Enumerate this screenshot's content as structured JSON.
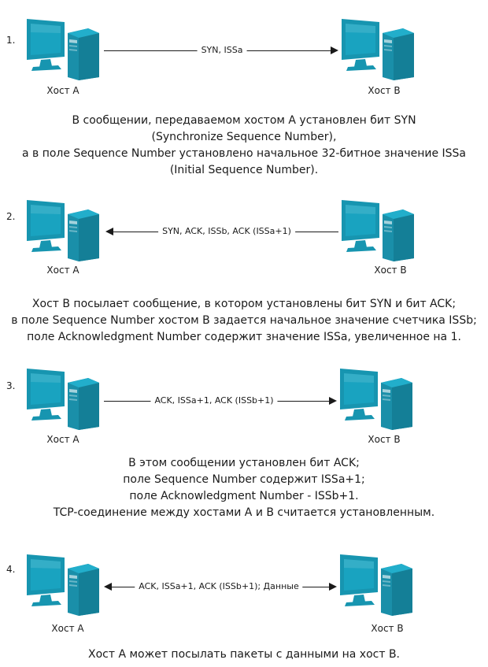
{
  "host_a_label": "Хост А",
  "host_b_label": "Хост В",
  "icons": {
    "computer": "desktop-computer-icon"
  },
  "colors": {
    "monitor": "#1795b0",
    "screen": "#1aa6c3",
    "tower": "#1a8fa9",
    "line": "#1a1a1a"
  },
  "steps": [
    {
      "number": "1.",
      "message": "SYN, ISSa",
      "direction": "a-to-b",
      "description": [
        "В сообщении, передаваемом хостом А установлен бит SYN",
        "(Synchronize Sequence Number),",
        "а в поле Sequence Number установлено начальное 32-битное значение ISSa",
        "(Initial Sequence Number)."
      ]
    },
    {
      "number": "2.",
      "message": "SYN, ACK, ISSb, ACK (ISSa+1)",
      "direction": "b-to-a",
      "description": [
        "Хост В посылает сообщение, в котором установлены бит SYN и бит ACK;",
        "в поле Sequence Number хостом В задается начальное значение счетчика ISSb;",
        "поле Acknowledgment Number содержит значение ISSa, увеличенное на 1."
      ]
    },
    {
      "number": "3.",
      "message": "ACK, ISSa+1, ACK (ISSb+1)",
      "direction": "a-to-b",
      "description": [
        "В этом сообщении установлен бит ACK;",
        "поле Sequence Number содержит ISSa+1;",
        "поле Acknowledgment Number - ISSb+1.",
        "TCP-соединение между хостами А и В считается установленным."
      ]
    },
    {
      "number": "4.",
      "message": "ACK, ISSa+1, ACK (ISSb+1); Данные",
      "direction": "both",
      "description": [
        "Хост А может посылать пакеты с данными на хост В."
      ]
    }
  ]
}
